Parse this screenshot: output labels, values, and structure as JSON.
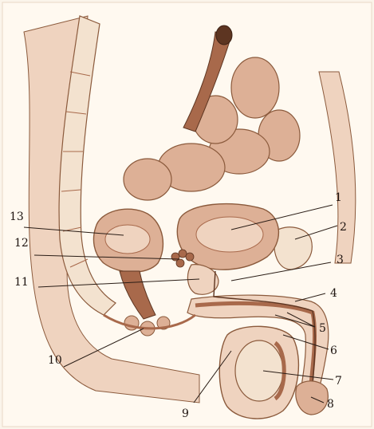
{
  "figure": {
    "colors": {
      "background": "#fbf4ea",
      "paper": "#fff9f0",
      "outline": "#8b5a3c",
      "tissue_light": "#efd3bf",
      "tissue_mid": "#ddb096",
      "tissue_dark": "#a8694b",
      "bone": "#f3e2cf",
      "leader": "#2a1d16"
    },
    "labels": [
      {
        "id": "1",
        "text": "1"
      },
      {
        "id": "2",
        "text": "2"
      },
      {
        "id": "3",
        "text": "3"
      },
      {
        "id": "4",
        "text": "4"
      },
      {
        "id": "5",
        "text": "5"
      },
      {
        "id": "6",
        "text": "6"
      },
      {
        "id": "7",
        "text": "7"
      },
      {
        "id": "8",
        "text": "8"
      },
      {
        "id": "9",
        "text": "9"
      },
      {
        "id": "10",
        "text": "10"
      },
      {
        "id": "11",
        "text": "11"
      },
      {
        "id": "12",
        "text": "12"
      },
      {
        "id": "13",
        "text": "13"
      }
    ]
  }
}
